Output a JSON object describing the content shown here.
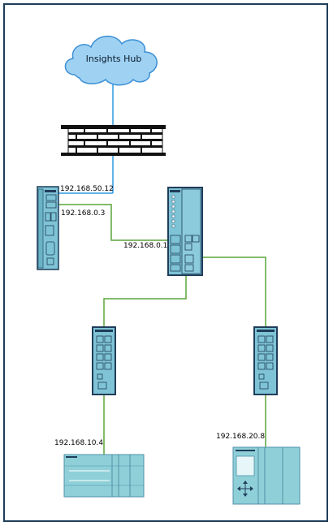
{
  "cloud": {
    "label": "Insights Hub"
  },
  "ip_labels": {
    "gateway_uplink": "192.168.50.12",
    "gateway_lan": "192.168.0.3",
    "core_switch": "192.168.0.1",
    "plc_left": "192.168.10.4",
    "plc_right": "192.168.20.8"
  },
  "colors": {
    "cloud_fill": "#9fd2f2",
    "cloud_stroke": "#3c8fd6",
    "blue_link": "#2e9be0",
    "green_link": "#5aa63a",
    "device_fill": "#7fc4d6",
    "device_stroke": "#1f3d5a",
    "frame": "#1f3d5a"
  }
}
